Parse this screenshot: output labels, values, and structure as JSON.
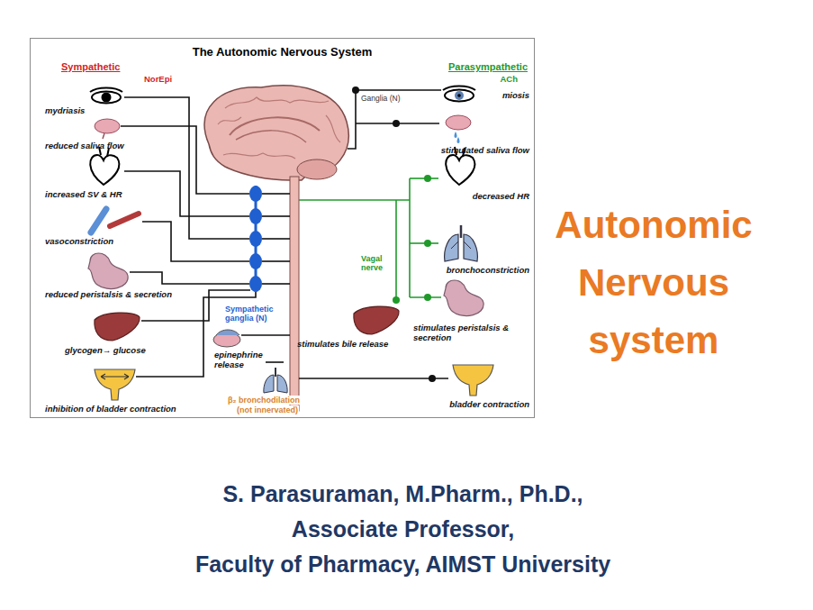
{
  "diagram": {
    "title": "Autonomic Nervous system",
    "nodes": [
      {
        "text": [
          "The Autonomic Nervous System"
        ]
      }
    ],
    "labels": [
      "Sympathetic",
      "NorEpi",
      "mydriasis",
      "reduced saliva flow",
      "increased SV & HR",
      "vasoconstriction",
      "reduced peristalsis & secretion",
      "glycogen→ glucose",
      "inhibition of bladder contraction",
      "Sympathetic ganglia (N)",
      "epinephrine release",
      "β₂ bronchodilation",
      "(not innervated)",
      "Parasympathetic",
      "ACh",
      "Ganglia (N)",
      "miosis",
      "stimulated saliva flow",
      "decreased HR",
      "Vagal nerve",
      "bronchoconstriction",
      "stimulates peristalsis & secretion",
      "stimulates bile release",
      "bladder contraction",
      "S. Parasuraman, M.Pharm., Ph.D.,",
      "Associate Professor,",
      "Faculty of Pharmacy, AIMST University"
    ]
  }
}
